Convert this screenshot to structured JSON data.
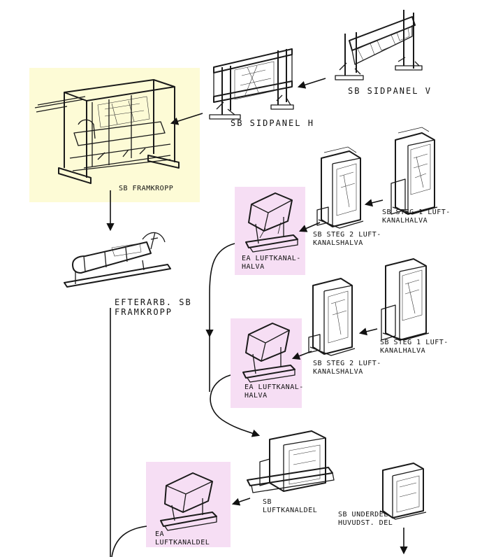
{
  "diagram": {
    "highlight_colors": {
      "yellow": "#fdfbd6",
      "pink": "#f6def4",
      "line": "#111111"
    },
    "labels": {
      "sb_sidpanel_v": "SB SIDPANEL V",
      "sb_sidpanel_h": "SB SIDPANEL H",
      "sb_framkropp": "SB FRAMKROPP",
      "sb_steg1_a_l1": "SB STEG 1 LUFT-",
      "sb_steg1_a_l2": "KANALHALVA",
      "sb_steg2_a_l1": "SB STEG 2 LUFT-",
      "sb_steg2_a_l2": "KANALSHALVA",
      "ea_luftkanalhalva_a_l1": "EA LUFTKANAL-",
      "ea_luftkanalhalva_a_l2": "HALVA",
      "efterarb_l1": "EFTERARB. SB",
      "efterarb_l2": "FRAMKROPP",
      "sb_steg2_b_l1": "SB STEG 2 LUFT-",
      "sb_steg2_b_l2": "KANALSHALVA",
      "sb_steg1_b_l1": "SB STEG 1 LUFT-",
      "sb_steg1_b_l2": "KANALHALVA",
      "ea_luftkanalhalva_b_l1": "EA LUFTKANAL-",
      "ea_luftkanalhalva_b_l2": "HALVA",
      "sb_luftkanaldel_l1": "SB",
      "sb_luftkanaldel_l2": "LUFTKANALDEL",
      "sb_underdel_l1": "SB UNDERDEL",
      "sb_underdel_l2": "HUVUDST. DEL",
      "ea_luftkanaldel_l1": "EA",
      "ea_luftkanaldel_l2": "LUFTKANALDEL"
    }
  }
}
